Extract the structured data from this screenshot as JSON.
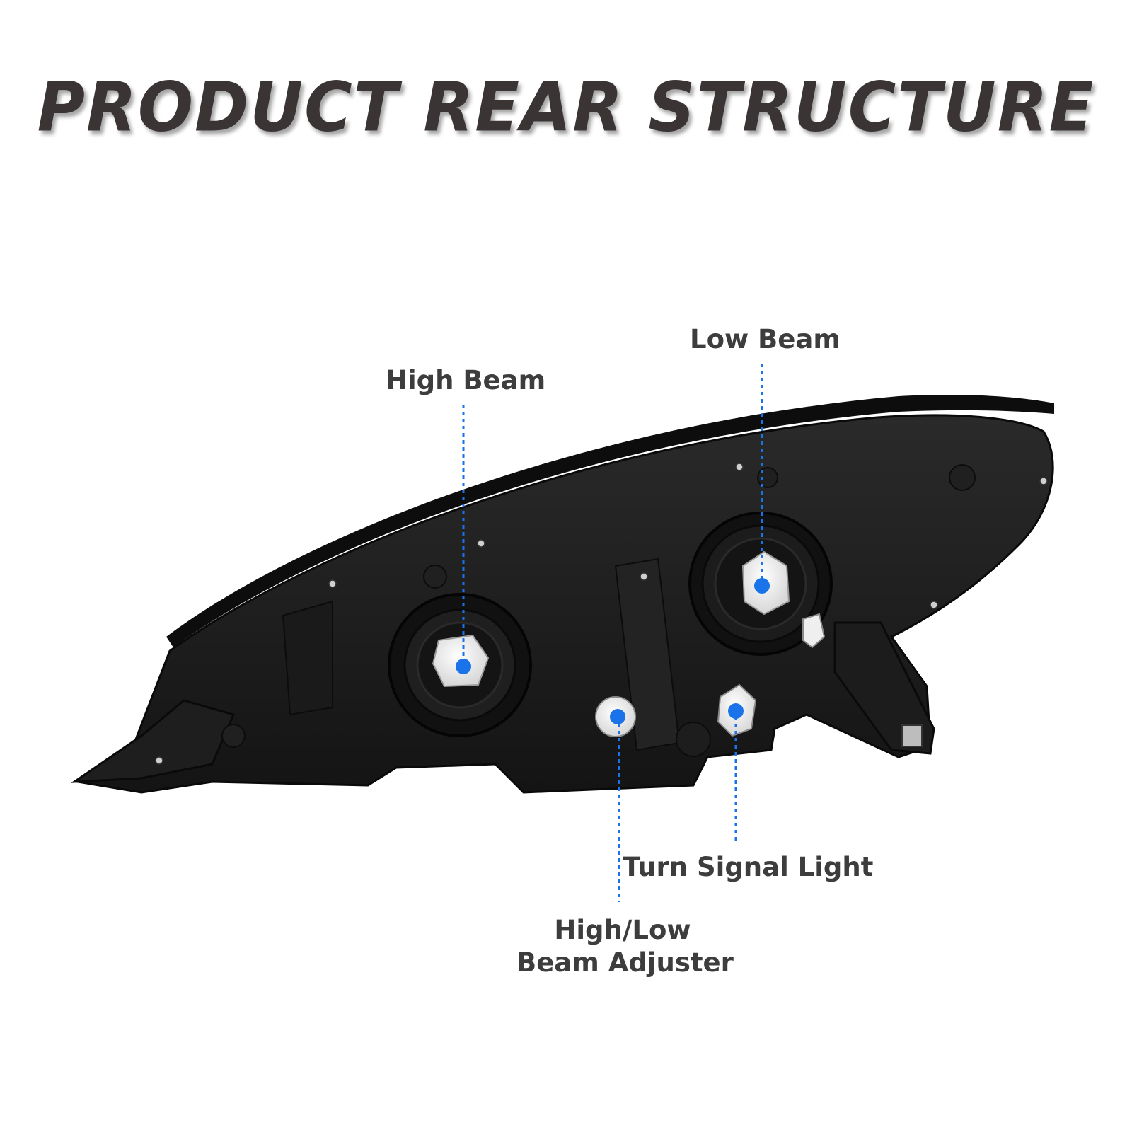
{
  "title": "PRODUCT REAR STRUCTURE",
  "accent_color": "#1a73e8",
  "callouts": {
    "high_beam": "High Beam",
    "low_beam": "Low Beam",
    "turn_signal": "Turn Signal Light",
    "adjuster_line1": "High/Low",
    "adjuster_line2": "Beam Adjuster"
  },
  "product_image": "headlight-rear-view"
}
